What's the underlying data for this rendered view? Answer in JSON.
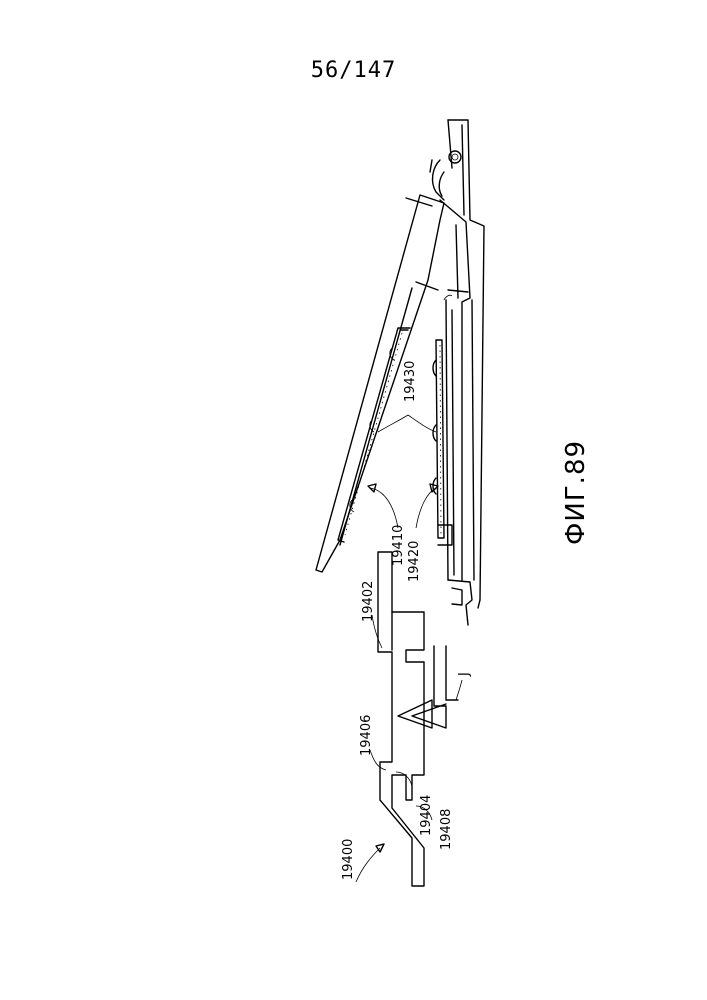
{
  "page": {
    "number": "56/147"
  },
  "figure": {
    "caption": "ФИГ.89"
  },
  "labels": {
    "assembly": "19400",
    "body": "19402",
    "tab": "19404",
    "edge": "19406",
    "bend": "19408",
    "upper_pad": "19410",
    "lower_pad": "19420",
    "pads": "19430",
    "direction": "J"
  }
}
